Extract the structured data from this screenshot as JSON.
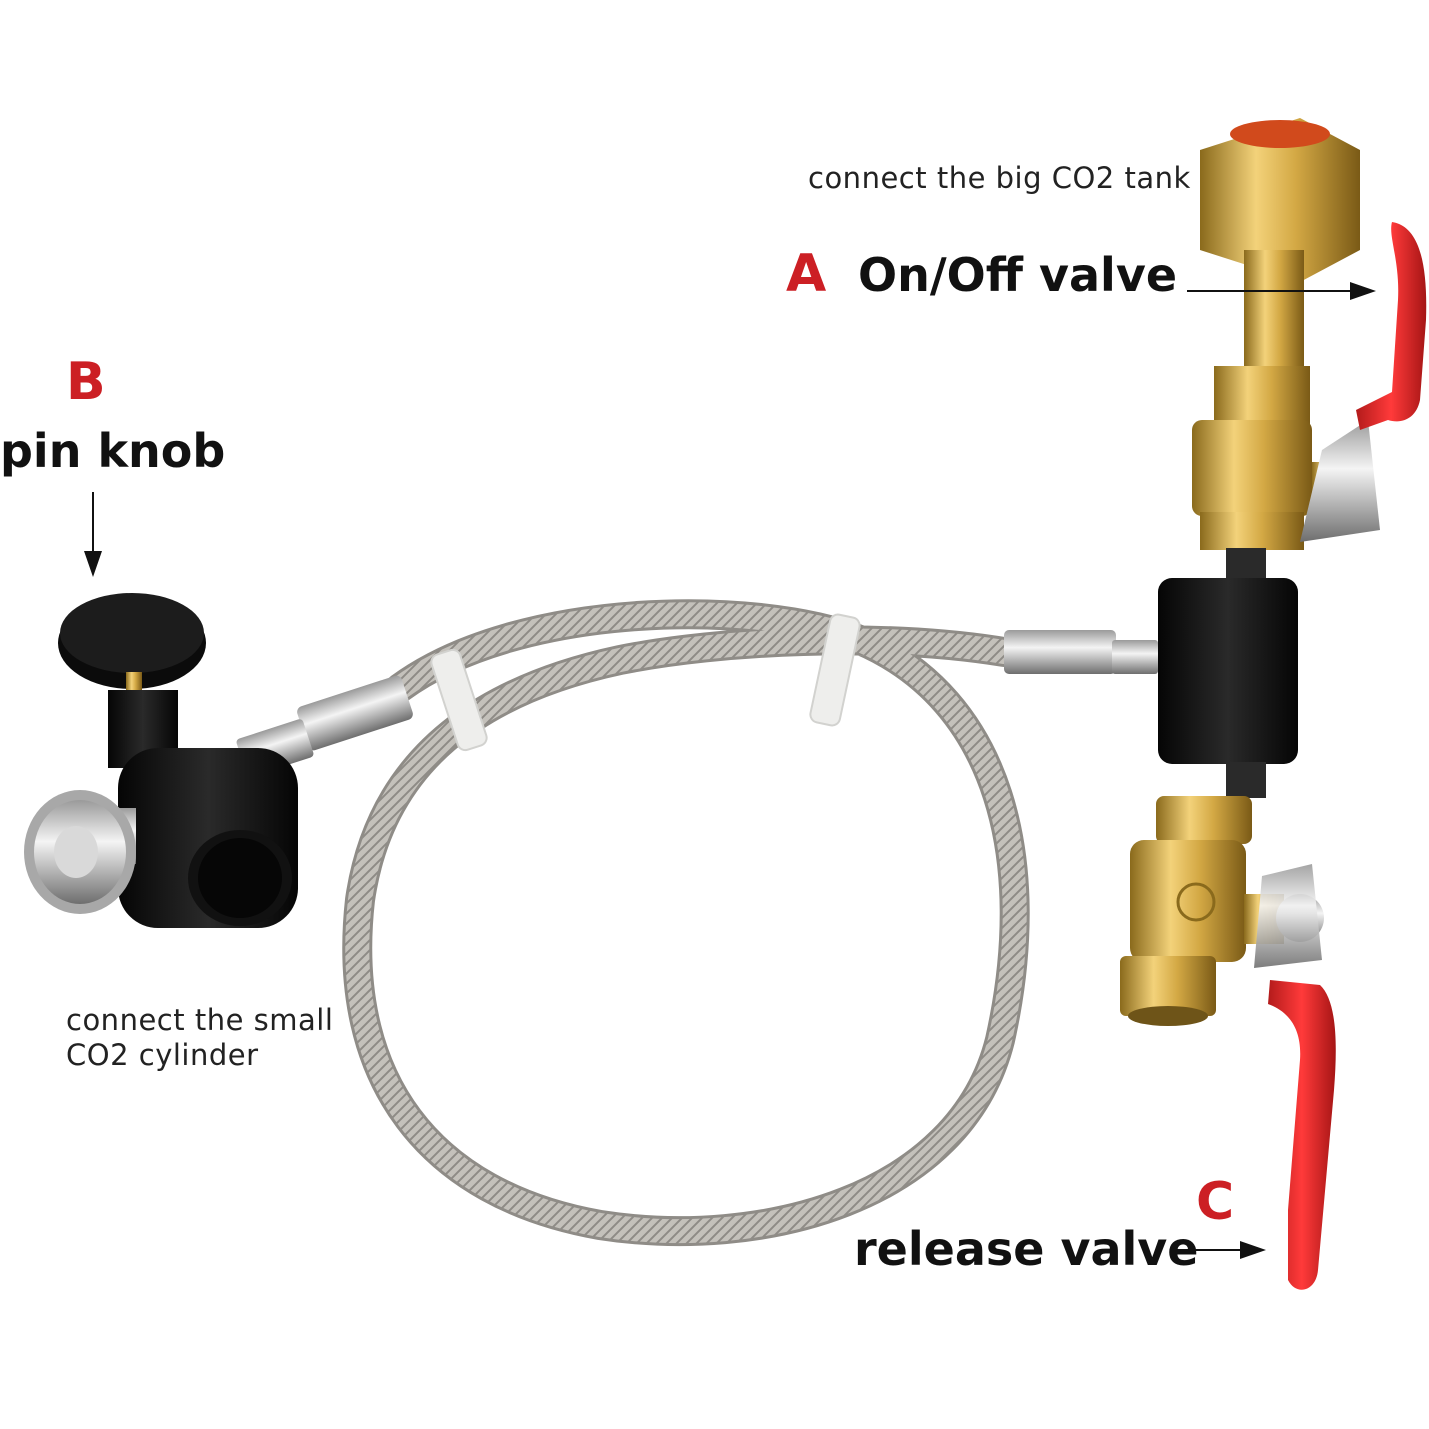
{
  "colors": {
    "accent": "#cc1f24",
    "text": "#111111",
    "brass": "#c9a03c",
    "hose": "#b9b6b0",
    "handle": "#d92b2b"
  },
  "labels": {
    "a": {
      "letter": "A",
      "name": "On/Off valve",
      "note": "connect the big CO2 tank"
    },
    "b": {
      "letter": "B",
      "name": "pin knob"
    },
    "c": {
      "letter": "C",
      "name": "release valve"
    },
    "small_cylinder": {
      "line1": "connect the small",
      "line2": "CO2 cylinder"
    }
  },
  "icons": [
    "arrow-right-icon",
    "arrow-down-icon"
  ]
}
